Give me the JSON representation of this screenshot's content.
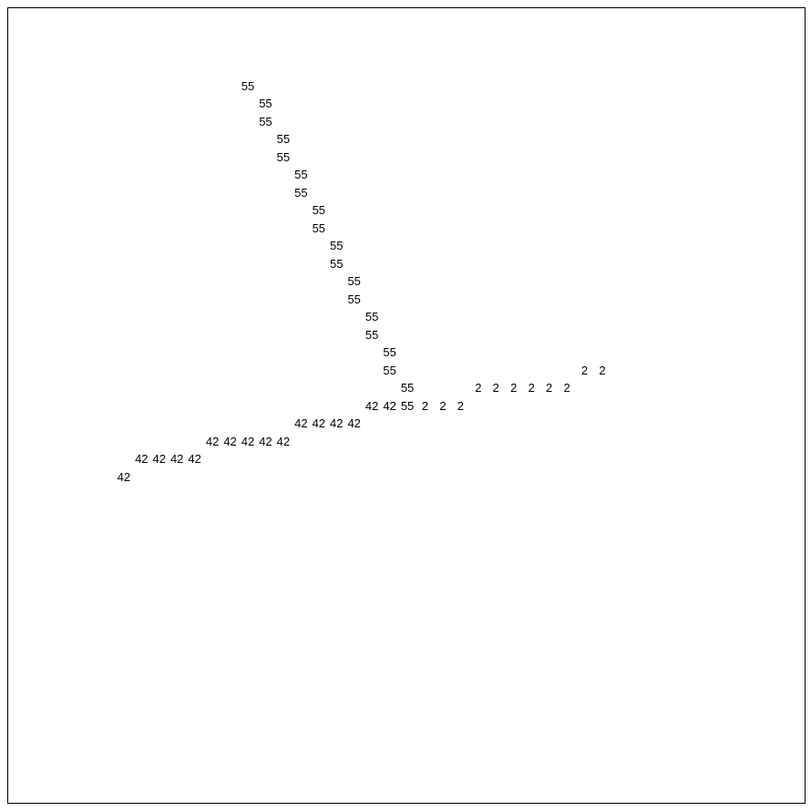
{
  "cells": [
    {
      "row": 0,
      "col": 0,
      "value": "55"
    },
    {
      "row": 1,
      "col": 1,
      "value": "55"
    },
    {
      "row": 2,
      "col": 1,
      "value": "55"
    },
    {
      "row": 3,
      "col": 2,
      "value": "55"
    },
    {
      "row": 4,
      "col": 2,
      "value": "55"
    },
    {
      "row": 5,
      "col": 3,
      "value": "55"
    },
    {
      "row": 6,
      "col": 3,
      "value": "55"
    },
    {
      "row": 7,
      "col": 4,
      "value": "55"
    },
    {
      "row": 8,
      "col": 4,
      "value": "55"
    },
    {
      "row": 9,
      "col": 5,
      "value": "55"
    },
    {
      "row": 10,
      "col": 5,
      "value": "55"
    },
    {
      "row": 11,
      "col": 6,
      "value": "55"
    },
    {
      "row": 12,
      "col": 6,
      "value": "55"
    },
    {
      "row": 13,
      "col": 7,
      "value": "55"
    },
    {
      "row": 14,
      "col": 7,
      "value": "55"
    },
    {
      "row": 15,
      "col": 8,
      "value": "55"
    },
    {
      "row": 16,
      "col": 8,
      "value": "55"
    },
    {
      "row": 16,
      "col": 19,
      "value": "2"
    },
    {
      "row": 16,
      "col": 20,
      "value": "2"
    },
    {
      "row": 17,
      "col": 9,
      "value": "55"
    },
    {
      "row": 17,
      "col": 13,
      "value": "2"
    },
    {
      "row": 17,
      "col": 14,
      "value": "2"
    },
    {
      "row": 17,
      "col": 15,
      "value": "2"
    },
    {
      "row": 17,
      "col": 16,
      "value": "2"
    },
    {
      "row": 17,
      "col": 17,
      "value": "2"
    },
    {
      "row": 17,
      "col": 18,
      "value": "2"
    },
    {
      "row": 18,
      "col": 7,
      "value": "42"
    },
    {
      "row": 18,
      "col": 8,
      "value": "42"
    },
    {
      "row": 18,
      "col": 9,
      "value": "55"
    },
    {
      "row": 18,
      "col": 10,
      "value": "2"
    },
    {
      "row": 18,
      "col": 11,
      "value": "2"
    },
    {
      "row": 18,
      "col": 12,
      "value": "2"
    },
    {
      "row": 19,
      "col": 3,
      "value": "42"
    },
    {
      "row": 19,
      "col": 4,
      "value": "42"
    },
    {
      "row": 19,
      "col": 5,
      "value": "42"
    },
    {
      "row": 19,
      "col": 6,
      "value": "42"
    },
    {
      "row": 20,
      "col": -2,
      "value": "42"
    },
    {
      "row": 20,
      "col": -1,
      "value": "42"
    },
    {
      "row": 20,
      "col": 0,
      "value": "42"
    },
    {
      "row": 20,
      "col": 1,
      "value": "42"
    },
    {
      "row": 20,
      "col": 2,
      "value": "42"
    },
    {
      "row": 21,
      "col": -6,
      "value": "42"
    },
    {
      "row": 21,
      "col": -5,
      "value": "42"
    },
    {
      "row": 21,
      "col": -4,
      "value": "42"
    },
    {
      "row": 21,
      "col": -3,
      "value": "42"
    },
    {
      "row": 22,
      "col": -7,
      "value": "42"
    }
  ]
}
